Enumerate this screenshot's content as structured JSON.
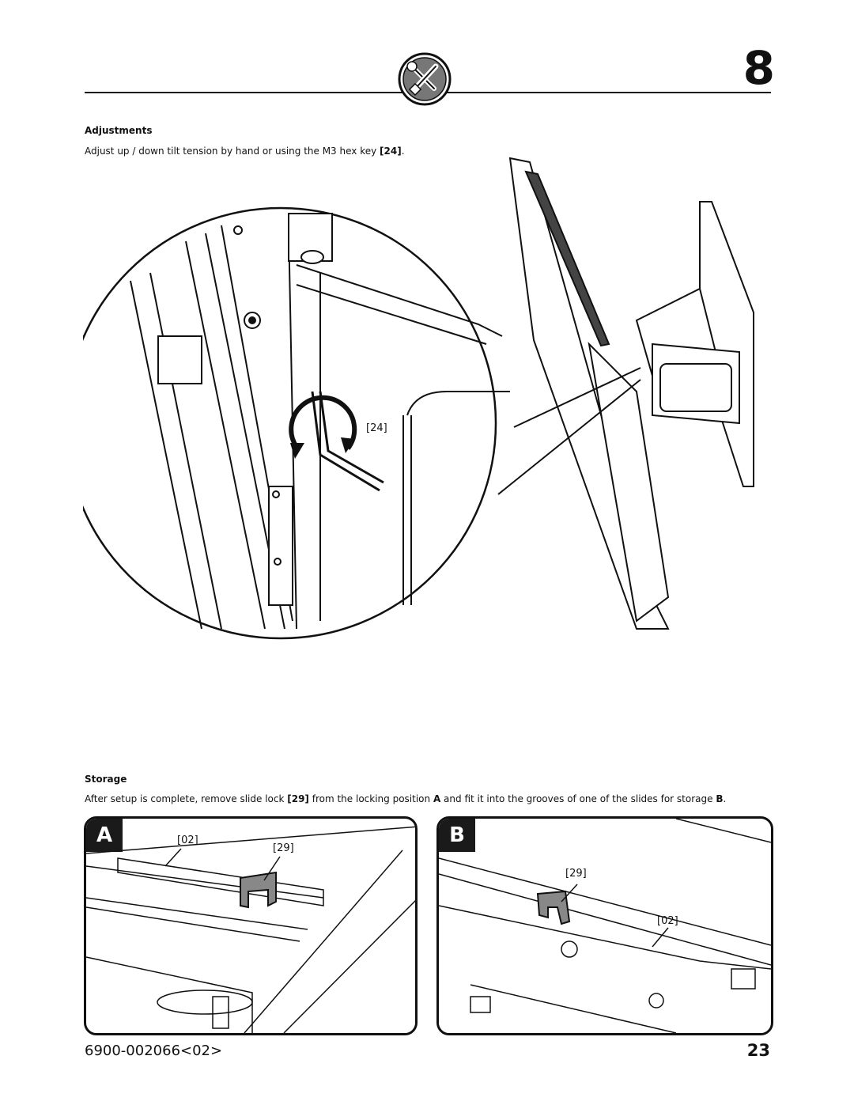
{
  "header": {
    "step_number": "8",
    "icon": "tools-icon"
  },
  "adjustments": {
    "heading": "Adjustments",
    "text_before": "Adjust up / down tilt tension by hand or using the M3 hex key ",
    "part_ref": "[24]",
    "text_after": ".",
    "callout": "[24]"
  },
  "storage": {
    "heading": "Storage",
    "text_1": "After setup is complete, remove slide lock ",
    "part_ref": "[29]",
    "text_2": " from the locking position ",
    "pos_a": "A",
    "text_3": " and fit it into the grooves of one of the slides for storage ",
    "pos_b": "B",
    "text_4": "."
  },
  "panel_a": {
    "tag": "A",
    "callout_02": "[02]",
    "callout_29": "[29]"
  },
  "panel_b": {
    "tag": "B",
    "callout_29": "[29]",
    "callout_02": "[02]"
  },
  "footer": {
    "doc_code": "6900-002066<02>",
    "page_number": "23"
  }
}
